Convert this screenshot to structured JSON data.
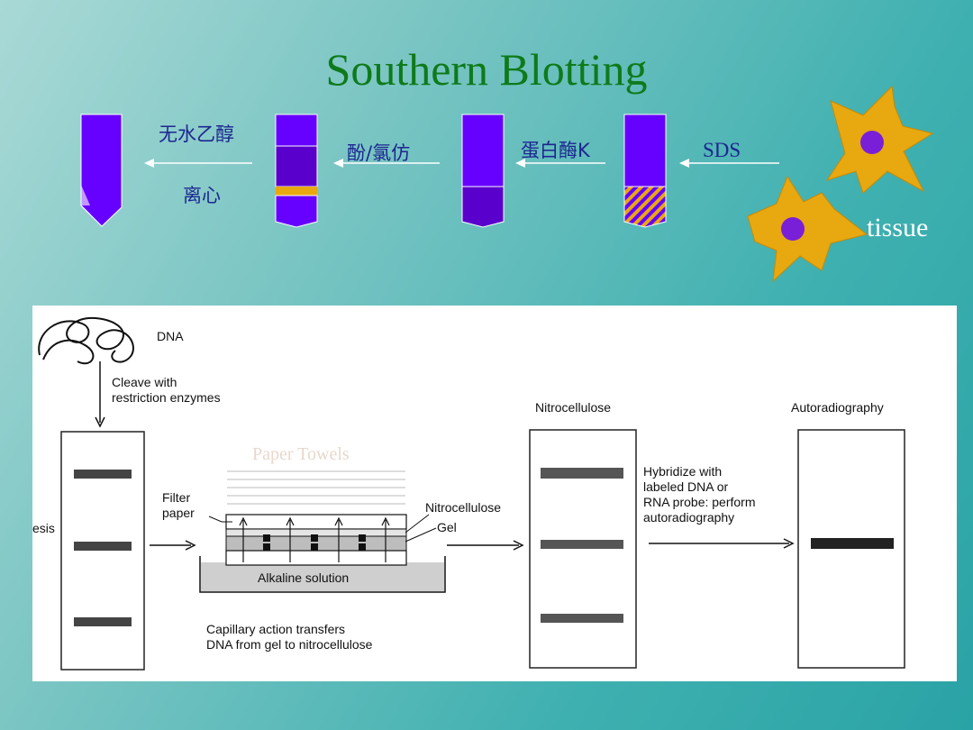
{
  "slide": {
    "title": "Southern Blotting",
    "tissue_label": "tissue"
  },
  "steps": {
    "step1_top": "无水乙醇",
    "step1_bottom": "离心",
    "step2": "酚/氯仿",
    "step3": "蛋白酶K",
    "step4": "SDS"
  },
  "diagram": {
    "dna_label": "DNA",
    "cleave_label": "Cleave with\nrestriction enzymes",
    "electrophoresis_partial": "esis",
    "paper_towels": "Paper Towels",
    "filter_paper": "Filter\npaper",
    "nitrocellulose_side": "Nitrocellulose",
    "gel_label": "Gel",
    "alkaline_solution": "Alkaline solution",
    "capillary_caption": "Capillary action transfers\nDNA from gel to nitrocellulose",
    "nitrocellulose_header": "Nitrocellulose",
    "hybridize_caption": "Hybridize with\nlabeled DNA or\nRNA probe: perform\nautoradiography",
    "autoradiography_header": "Autoradiography"
  },
  "colors": {
    "title_green": "#0e7a1a",
    "tube_violet": "#6600ff",
    "tube_dark": "#5a00cc",
    "cell_orange": "#e8a810",
    "nucleus_purple": "#7a1fd8",
    "label_navy": "#1c2690"
  }
}
